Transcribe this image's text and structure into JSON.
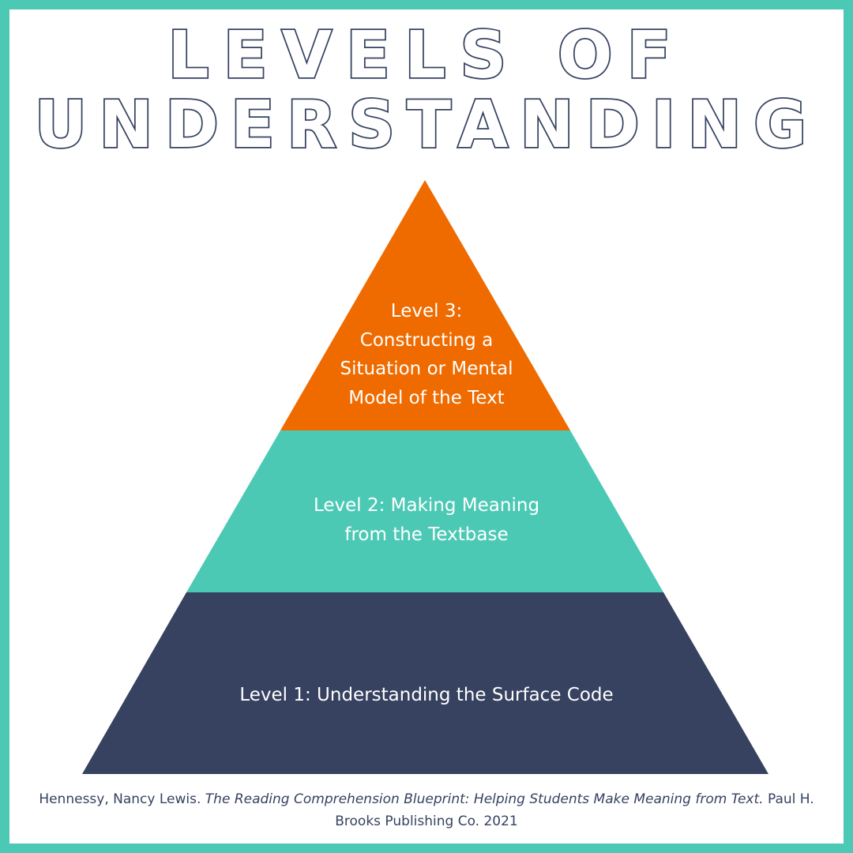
{
  "title": {
    "line1": "LEVELS OF",
    "line2": "UNDERSTANDING"
  },
  "pyramid": {
    "levels": [
      {
        "label": "Level 3:\nConstructing a\nSituation or Mental\nModel of the Text",
        "color": "#ef6b00"
      },
      {
        "label": "Level 2: Making Meaning\nfrom the Textbase",
        "color": "#4cc9b5"
      },
      {
        "label": "Level 1: Understanding the Surface Code",
        "color": "#364260"
      }
    ]
  },
  "citation": {
    "author": "Hennessy, Nancy Lewis. ",
    "book_title": "The Reading Comprehension Blueprint: Helping Students Make Meaning from Text.",
    "publisher": " Paul H. Brooks Publishing Co. 2021"
  },
  "colors": {
    "border": "#4cc9b5",
    "navy": "#354260",
    "orange": "#ef6b00",
    "teal": "#4cc9b5"
  }
}
